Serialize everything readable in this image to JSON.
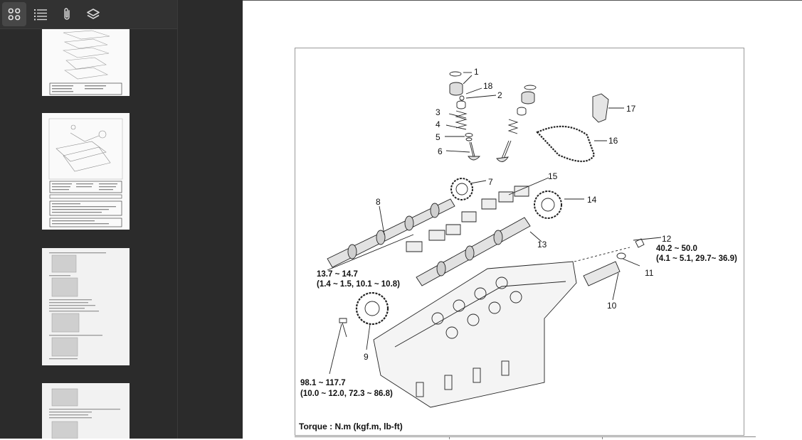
{
  "toolbar": {
    "items": [
      {
        "name": "thumbnails-view",
        "icon": "grid-icon",
        "active": true
      },
      {
        "name": "outline-view",
        "icon": "list-icon",
        "active": false
      },
      {
        "name": "attachments-view",
        "icon": "paperclip-icon",
        "active": false
      },
      {
        "name": "layers-view",
        "icon": "layers-icon",
        "active": false
      }
    ]
  },
  "colors": {
    "sidebar_bg": "#2b2b2b",
    "toolbar_bg": "#323232",
    "active_btn": "#474747",
    "selected_frame": "#5a5a5a",
    "page_bg": "#ffffff"
  },
  "figure": {
    "callouts": {
      "c1": "1",
      "c2": "2",
      "c3": "3",
      "c4": "4",
      "c5": "5",
      "c6": "6",
      "c7": "7",
      "c8": "8",
      "c9": "9",
      "c10": "10",
      "c11": "11",
      "c12": "12",
      "c13": "13",
      "c14": "14",
      "c15": "15",
      "c16": "16",
      "c17": "17",
      "c18": "18"
    },
    "torque_12_a": "40.2 ~ 50.0",
    "torque_12_b": "(4.1 ~ 5.1, 29.7~ 36.9)",
    "torque_cap_a": "13.7 ~ 14.7",
    "torque_cap_b": "(1.4 ~ 1.5, 10.1 ~ 10.8)",
    "torque_bolt_a": "98.1 ~ 117.7",
    "torque_bolt_b": "(10.0 ~ 12.0, 72.3 ~ 86.8)",
    "torque_units": "Torque : N.m (kgf.m, lb-ft)"
  }
}
